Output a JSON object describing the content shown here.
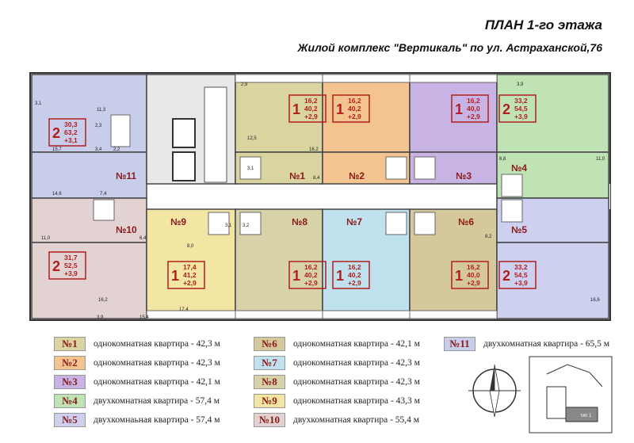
{
  "header": {
    "title": "ПЛАН 1-го этажа",
    "subtitle": "Жилой комплекс \"Вертикаль\" по ул. Астраханской,76"
  },
  "apartments": [
    {
      "id": "no1",
      "label": "№1",
      "color": "#d9d4a0"
    },
    {
      "id": "no2",
      "label": "№2",
      "color": "#f4c490"
    },
    {
      "id": "no3",
      "label": "№3",
      "color": "#c8b4e4"
    },
    {
      "id": "no4",
      "label": "№4",
      "color": "#bfe3b4"
    },
    {
      "id": "no5",
      "label": "№5",
      "color": "#cdd0ee"
    },
    {
      "id": "no6",
      "label": "№6",
      "color": "#d5c89a"
    },
    {
      "id": "no7",
      "label": "№7",
      "color": "#bfe2ee"
    },
    {
      "id": "no8",
      "label": "№8",
      "color": "#d8d2a8"
    },
    {
      "id": "no9",
      "label": "№9",
      "color": "#f3e6a4"
    },
    {
      "id": "no10",
      "label": "№10",
      "color": "#e2d2d2"
    },
    {
      "id": "no11",
      "label": "№11",
      "color": "#c8cdea"
    }
  ],
  "room_badges": [
    {
      "rooms": "2",
      "l1": "30,3",
      "l2": "63,2",
      "l3": "+3,1"
    },
    {
      "rooms": "1",
      "l1": "16,2",
      "l2": "40,2",
      "l3": "+2,9"
    },
    {
      "rooms": "1",
      "l1": "16,2",
      "l2": "40,2",
      "l3": "+2,9"
    },
    {
      "rooms": "1",
      "l1": "16,2",
      "l2": "40,0",
      "l3": "+2,9"
    },
    {
      "rooms": "2",
      "l1": "33,2",
      "l2": "54,5",
      "l3": "+3,9"
    },
    {
      "rooms": "2",
      "l1": "31,7",
      "l2": "52,5",
      "l3": "+3,9"
    },
    {
      "rooms": "1",
      "l1": "17,4",
      "l2": "41,2",
      "l3": "+2,9"
    },
    {
      "rooms": "1",
      "l1": "16,2",
      "l2": "40,2",
      "l3": "+2,9"
    },
    {
      "rooms": "1",
      "l1": "16,2",
      "l2": "40,2",
      "l3": "+2,9"
    },
    {
      "rooms": "1",
      "l1": "16,2",
      "l2": "40,0",
      "l3": "+2,9"
    },
    {
      "rooms": "2",
      "l1": "33,2",
      "l2": "54,5",
      "l3": "+3,9"
    }
  ],
  "area_labels": [
    "3,1",
    "11,3",
    "2,3",
    "15,7",
    "3,4",
    "2,2",
    "14,6",
    "7,4",
    "11,0",
    "6,4",
    "16,2",
    "3,9",
    "15,4",
    "2,9",
    "12,5",
    "16,2",
    "3,1",
    "8,4",
    "3,9",
    "6,8",
    "11,0",
    "8,0",
    "17,4",
    "3,1",
    "3,2",
    "8,2",
    "16,6"
  ],
  "legend": [
    {
      "label": "№1",
      "text": "однокомнатная квартира - 42,3 м",
      "color": "#d9d4a0"
    },
    {
      "label": "№2",
      "text": "однокомнатная квартира - 42,3 м",
      "color": "#f4c490"
    },
    {
      "label": "№3",
      "text": "однокомнатная квартира - 42,1 м",
      "color": "#c8b4e4"
    },
    {
      "label": "№4",
      "text": "двухкомнатная квартира - 57,4 м",
      "color": "#bfe3b4"
    },
    {
      "label": "№5",
      "text": "двухкомнаьная квартира - 57,4 м",
      "color": "#cdd0ee"
    },
    {
      "label": "№6",
      "text": "однокомнатная квартира - 42,1 м",
      "color": "#d5c89a"
    },
    {
      "label": "№7",
      "text": "однокомнатная квартира - 42,3 м",
      "color": "#bfe2ee"
    },
    {
      "label": "№8",
      "text": "однокомнатная квартира - 42,3 м",
      "color": "#d8d2a8"
    },
    {
      "label": "№9",
      "text": "однокомнатная квартира - 43,3 м",
      "color": "#f3e6a4"
    },
    {
      "label": "№10",
      "text": "двухкомнатная квартира - 55,4 м",
      "color": "#e2d2d2"
    },
    {
      "label": "№11",
      "text": "двухкомнатная квартира - 65,5 м",
      "color": "#c8cdea"
    }
  ],
  "site_plan": {
    "label": "тип 1"
  }
}
